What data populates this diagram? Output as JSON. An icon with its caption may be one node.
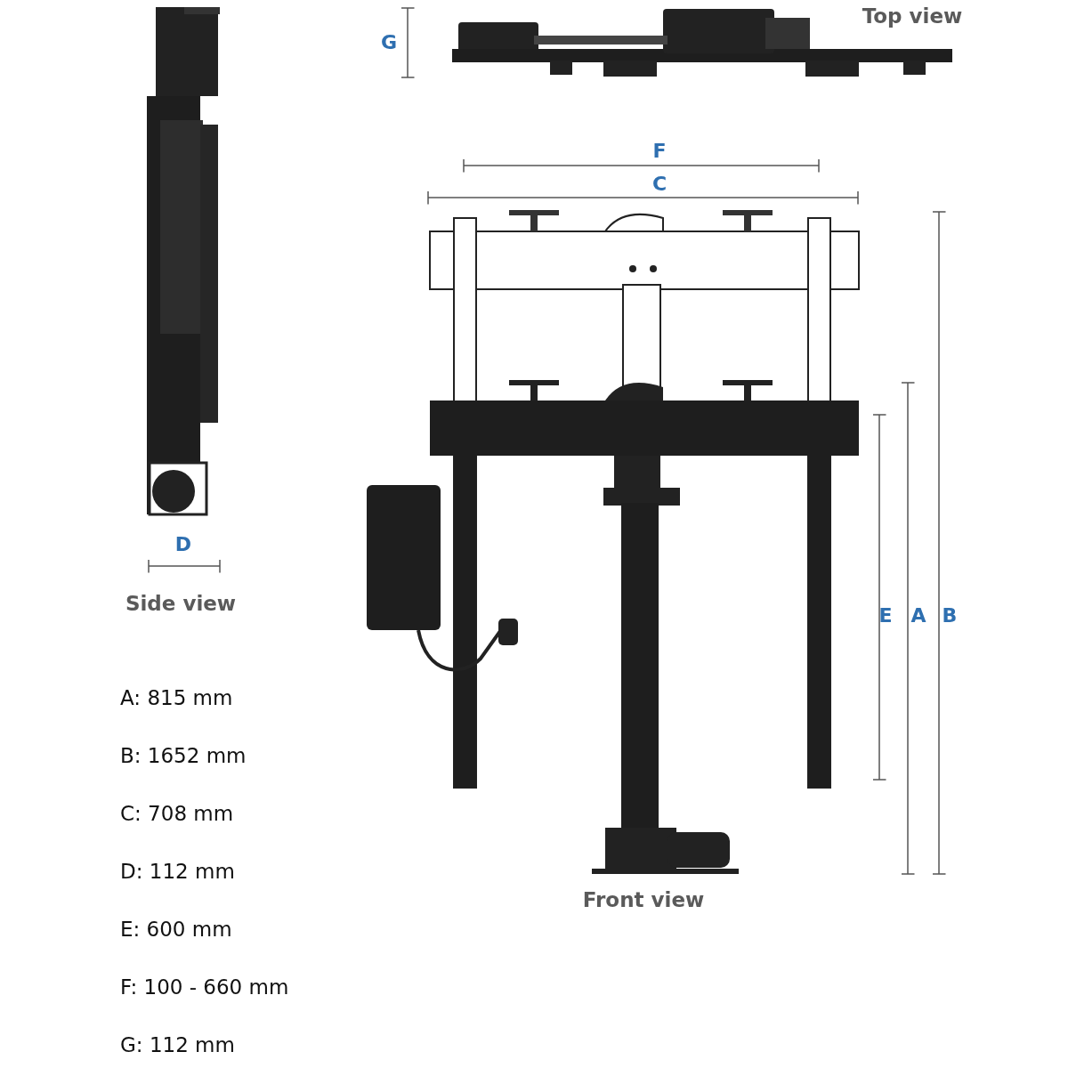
{
  "diagram": {
    "labels": [
      "G",
      "Top view",
      "F",
      "C",
      "D",
      "Side view",
      "E",
      "A",
      "B",
      "Front view",
      "A: 815 mm",
      "B: 1652 mm",
      "C: 708 mm",
      "D: 112 mm",
      "E: 600 mm",
      "F: 100 - 660 mm",
      "G: 112 mm"
    ]
  }
}
